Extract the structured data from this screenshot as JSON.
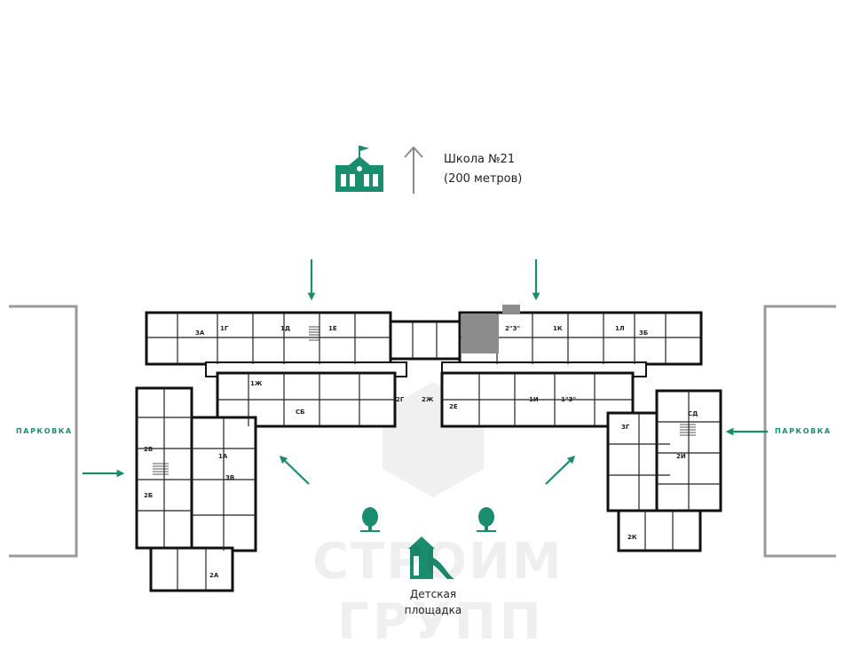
{
  "school": {
    "name": "Школа №21",
    "distance": "(200 метров)",
    "icon": "school-building-icon",
    "arrow_icon": "arrow-up-icon"
  },
  "parking": {
    "left_label": "ПАРКОВКА",
    "right_label": "ПАРКОВКА"
  },
  "playground": {
    "line1": "Детская",
    "line2": "площадка",
    "icon": "playground-icon"
  },
  "watermark": {
    "line1": "СТРОИМ",
    "line2": "ГРУПП"
  },
  "colors": {
    "accent": "#1a8d6f",
    "wall": "#111111",
    "room_fill": "#ffffff",
    "selected_unit": "#8c8c8c"
  },
  "units": [
    {
      "code": "3А"
    },
    {
      "code": "1Г"
    },
    {
      "code": "1Д"
    },
    {
      "code": "1Е"
    },
    {
      "code": "2\"З\""
    },
    {
      "code": "1К"
    },
    {
      "code": "1Л"
    },
    {
      "code": "3Б"
    },
    {
      "code": "1Ж"
    },
    {
      "code": "СБ"
    },
    {
      "code": "2Г"
    },
    {
      "code": "2Ж"
    },
    {
      "code": "2Е"
    },
    {
      "code": "1И"
    },
    {
      "code": "1\"З\""
    },
    {
      "code": "2В"
    },
    {
      "code": "2Б"
    },
    {
      "code": "1А"
    },
    {
      "code": "3В"
    },
    {
      "code": "2А"
    },
    {
      "code": "3Г"
    },
    {
      "code": "СД"
    },
    {
      "code": "2И"
    },
    {
      "code": "2К"
    }
  ],
  "selected_unit": "2\"З\""
}
